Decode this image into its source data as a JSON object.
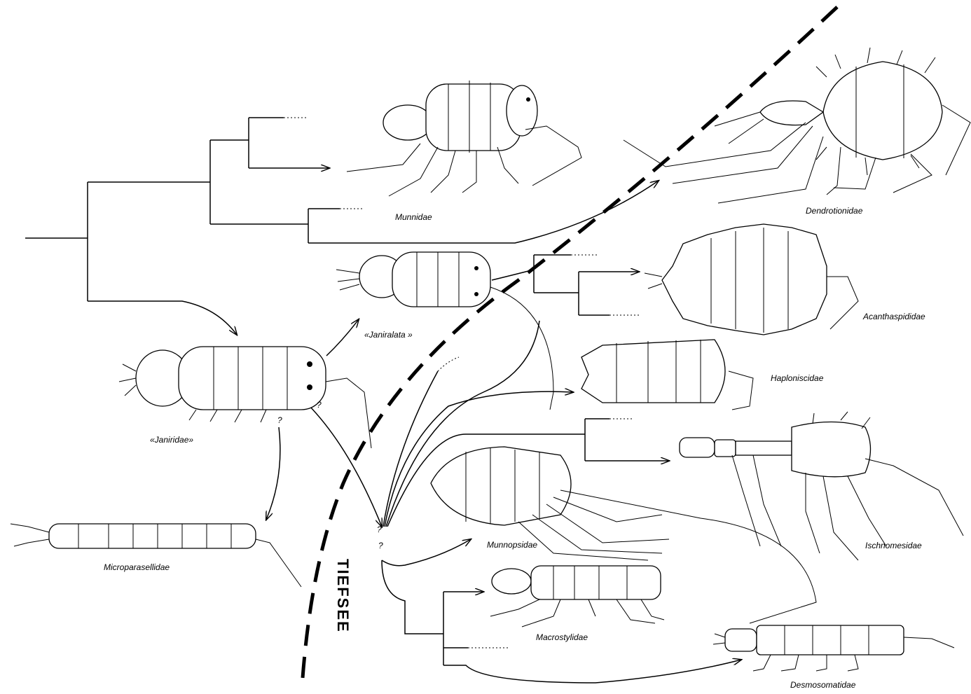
{
  "diagram": {
    "zone_label": "TIEFSEE",
    "taxa": {
      "munnidae": "Munnidae",
      "dendrotionidae": "Dendrotionidae",
      "janiralata": "«Janiralata »",
      "acanthaspididae": "Acanthaspididae",
      "janiridae": "«Janiridae»",
      "haploniscidae": "Haploniscidae",
      "ischnomesidae": "Ischnomesidae",
      "microparasellidae": "Microparasellidae",
      "munnopsidae": "Munnopsidae",
      "macrostylidae": "Macrostylidae",
      "desmosomatidae": "Desmosomatidae"
    },
    "uncertainty_marks": [
      "?",
      "?",
      "?",
      "?"
    ]
  }
}
